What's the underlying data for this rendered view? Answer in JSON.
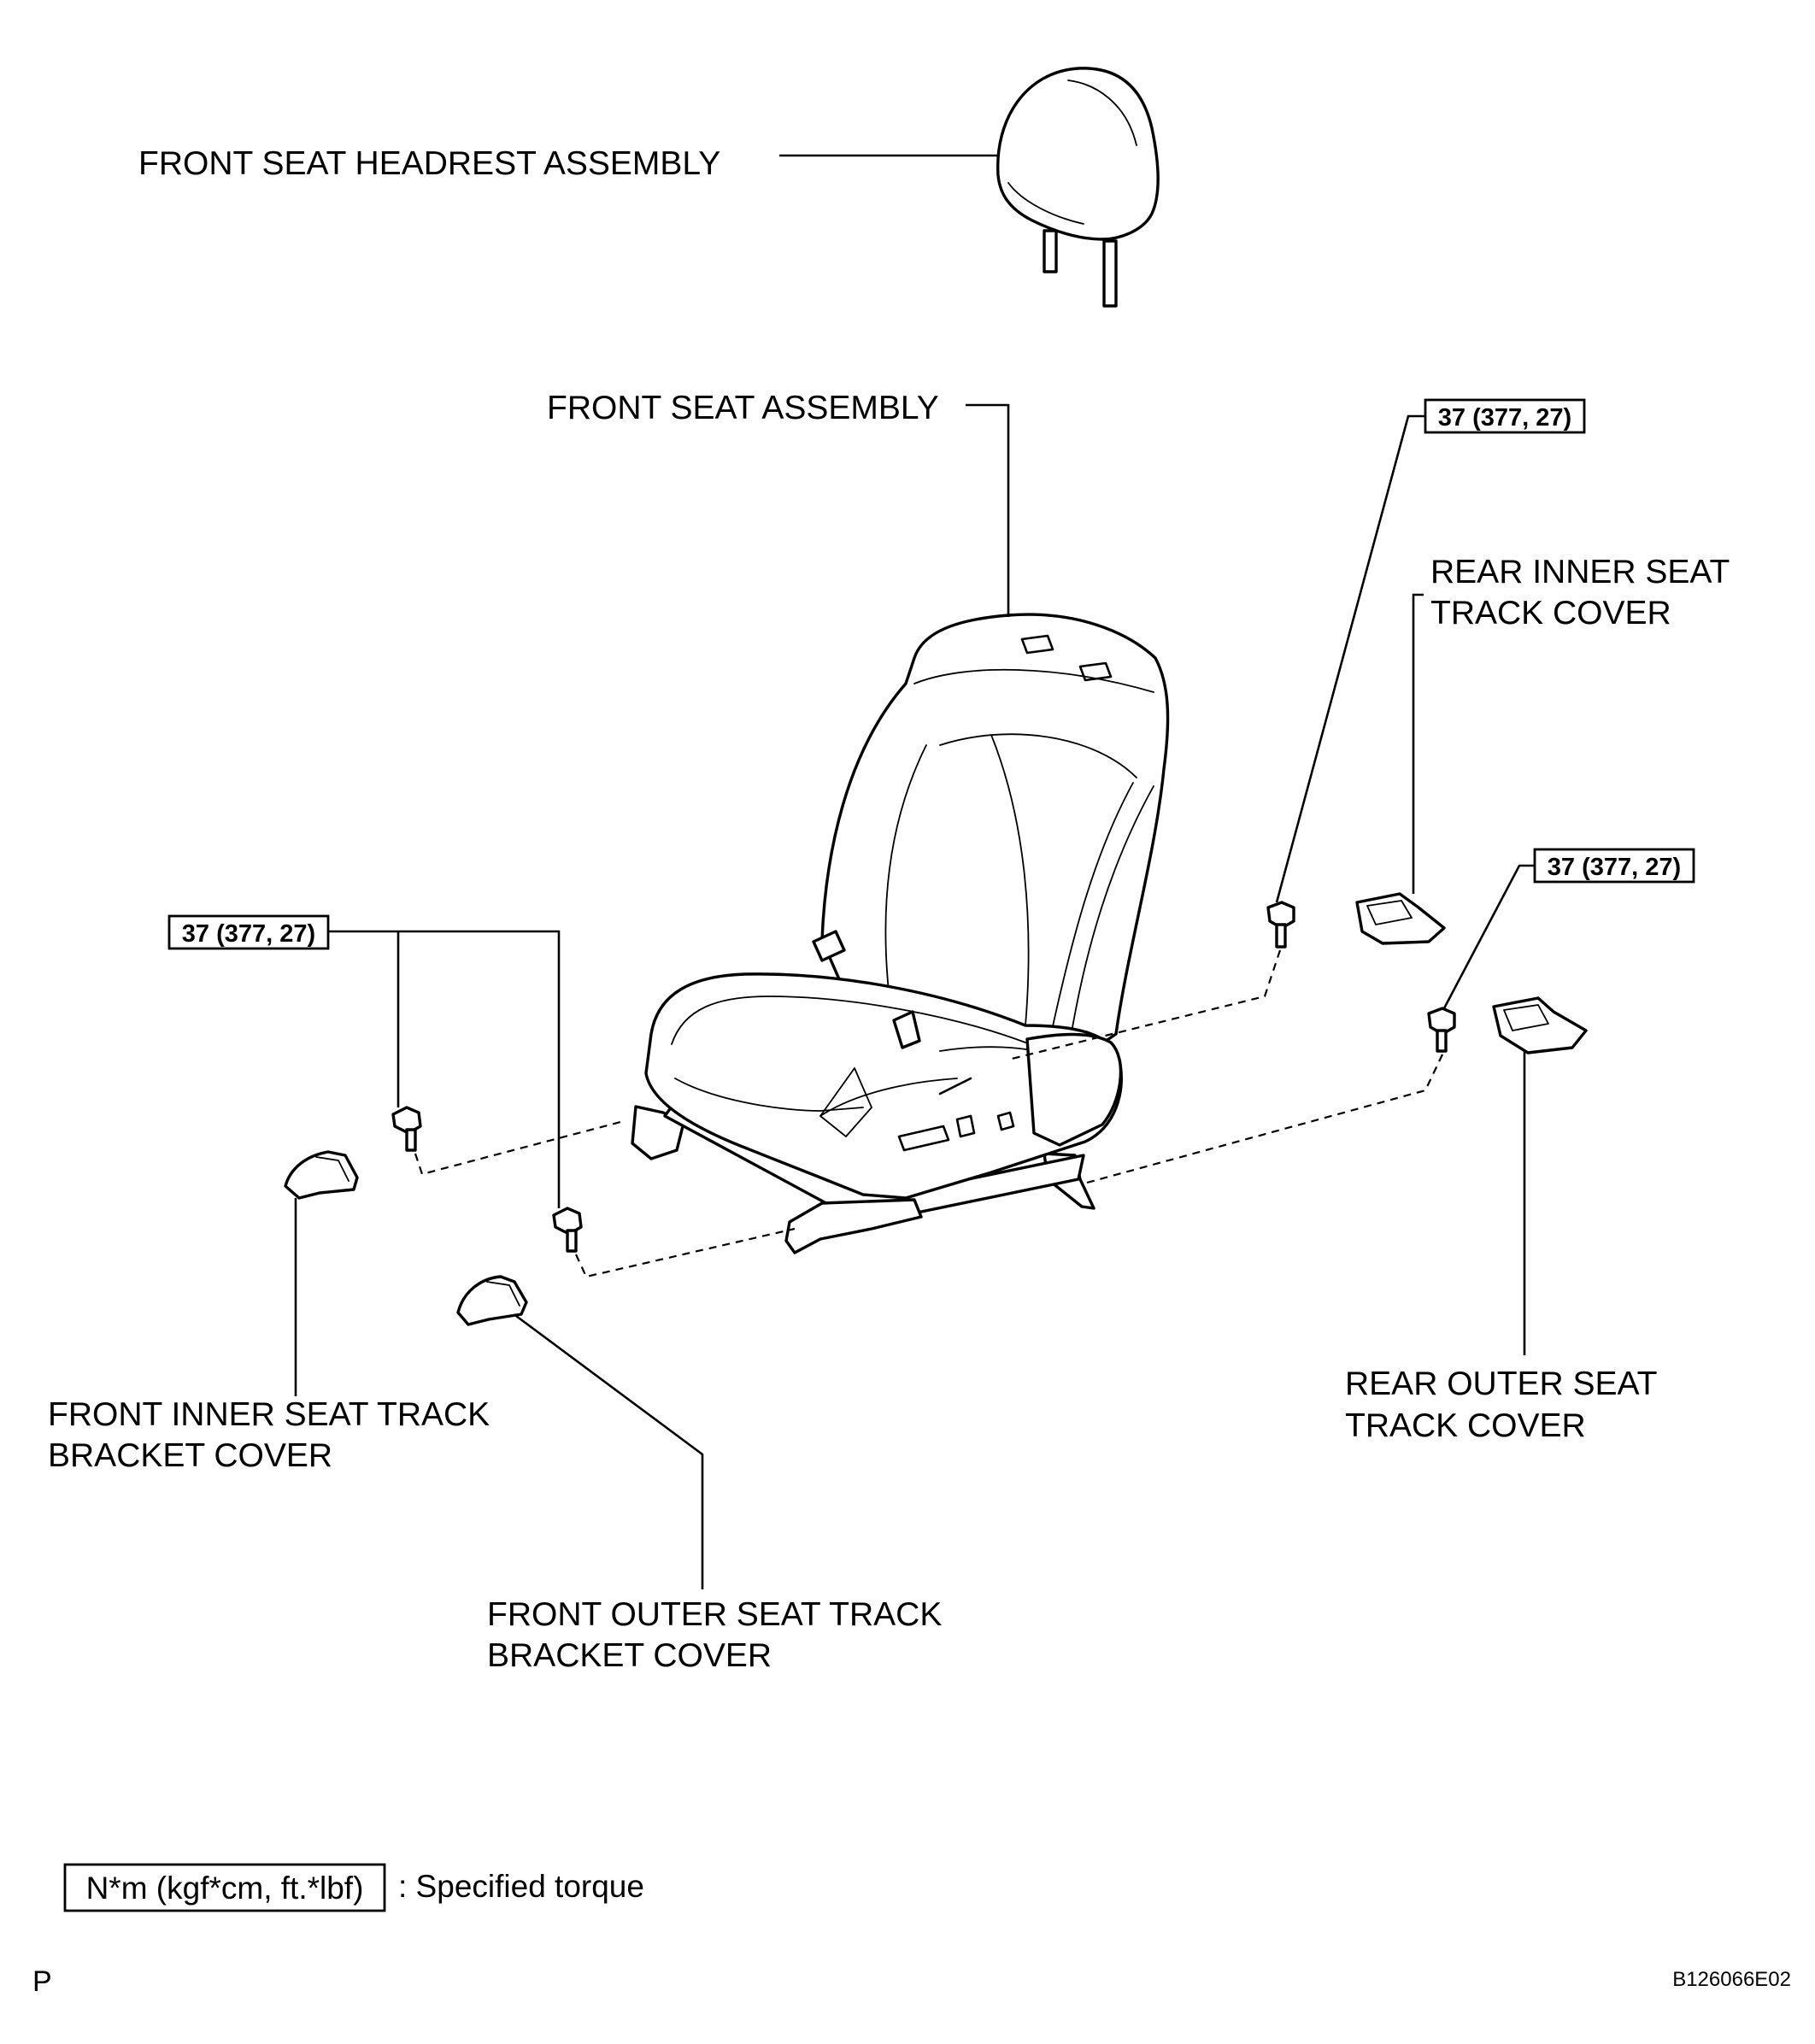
{
  "labels": {
    "headrest": "FRONT SEAT HEADREST ASSEMBLY",
    "seat": "FRONT SEAT ASSEMBLY",
    "rear_inner_l1": "REAR  INNER SEAT",
    "rear_inner_l2": "TRACK COVER",
    "rear_outer_l1": "REAR OUTER SEAT",
    "rear_outer_l2": "TRACK COVER",
    "front_inner_l1": "FRONT INNER SEAT TRACK",
    "front_inner_l2": "BRACKET COVER",
    "front_outer_l1": "FRONT OUTER SEAT TRACK",
    "front_outer_l2": "BRACKET COVER"
  },
  "torque": {
    "left": "37 (377, 27)",
    "rear_inner": "37 (377, 27)",
    "rear_outer": "37 (377, 27)"
  },
  "legend": {
    "box": "N*m (kgf*cm, ft.*lbf)",
    "text": ": Specified torque"
  },
  "footer": {
    "left": "P",
    "right": "B126066E02"
  }
}
